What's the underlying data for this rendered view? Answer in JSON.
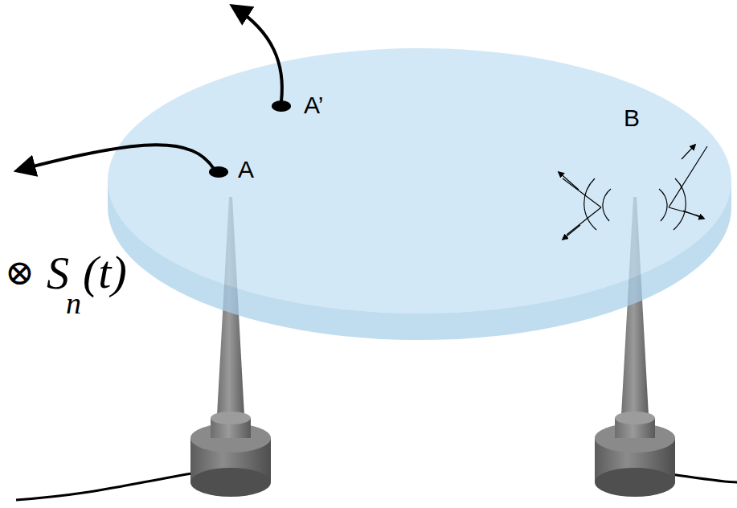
{
  "diagram": {
    "labels": [
      "A’",
      "A",
      "B",
      "⊗",
      "S",
      "n",
      "(t)"
    ]
  }
}
